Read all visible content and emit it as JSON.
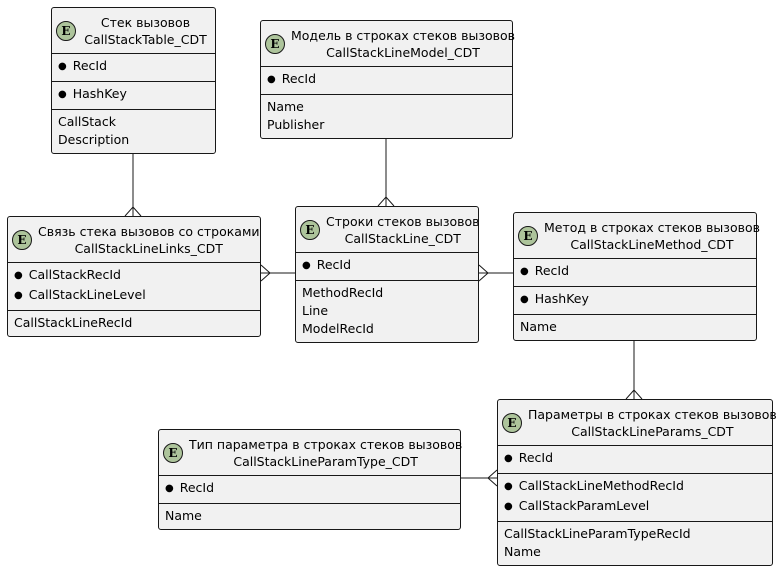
{
  "entities": {
    "callstack_table": {
      "icon": "E",
      "title_line1": "Стек вызовов",
      "title_line2": "CallStackTable_CDT",
      "keys_a": [
        "RecId"
      ],
      "keys_b": [
        "HashKey"
      ],
      "fields": [
        "CallStack",
        "Description"
      ]
    },
    "line_model": {
      "icon": "E",
      "title_line1": "Модель в строках стеков вызовов",
      "title_line2": "CallStackLineModel_CDT",
      "keys_a": [
        "RecId"
      ],
      "fields": [
        "Name",
        "Publisher"
      ]
    },
    "line_links": {
      "icon": "E",
      "title_line1": "Связь стека вызовов со строками",
      "title_line2": "CallStackLineLinks_CDT",
      "keys_a": [
        "CallStackRecId",
        "CallStackLineLevel"
      ],
      "fields": [
        "CallStackLineRecId"
      ]
    },
    "line": {
      "icon": "E",
      "title_line1": "Строки стеков вызовов",
      "title_line2": "CallStackLine_CDT",
      "keys_a": [
        "RecId"
      ],
      "fields": [
        "MethodRecId",
        "Line",
        "ModelRecId"
      ]
    },
    "line_method": {
      "icon": "E",
      "title_line1": "Метод в строках стеков вызовов",
      "title_line2": "CallStackLineMethod_CDT",
      "keys_a": [
        "RecId"
      ],
      "keys_b": [
        "HashKey"
      ],
      "fields": [
        "Name"
      ]
    },
    "param_type": {
      "icon": "E",
      "title_line1": "Тип параметра в строках стеков вызовов",
      "title_line2": "CallStackLineParamType_CDT",
      "keys_a": [
        "RecId"
      ],
      "fields": [
        "Name"
      ]
    },
    "line_params": {
      "icon": "E",
      "title_line1": "Параметры в строках стеков вызовов",
      "title_line2": "CallStackLineParams_CDT",
      "keys_a": [
        "RecId"
      ],
      "keys_b": [
        "CallStackLineMethodRecId",
        "CallStackParamLevel"
      ],
      "fields": [
        "CallStackLineParamTypeRecId",
        "Name"
      ]
    }
  },
  "colors": {
    "entity_fill": "#f1f1f1",
    "icon_fill": "#adc49b",
    "line": "#181818"
  }
}
